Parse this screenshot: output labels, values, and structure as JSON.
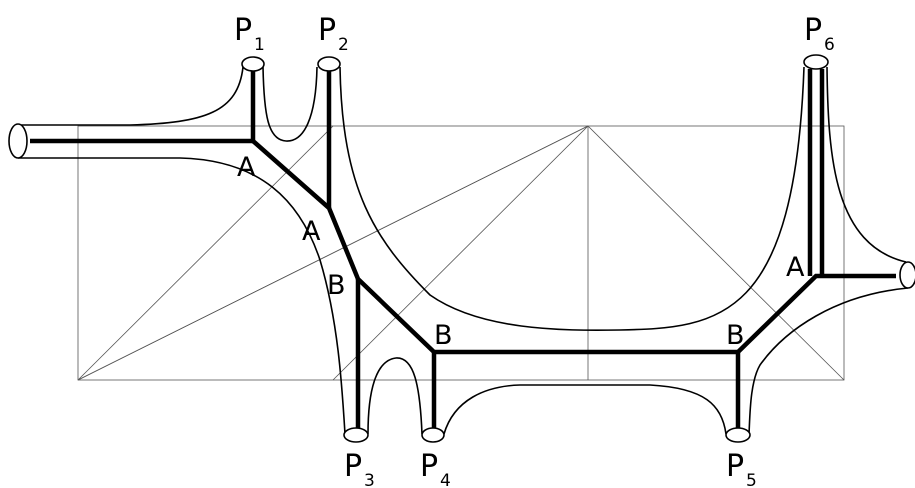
{
  "vertex_labels": {
    "a1": "A",
    "a2": "A",
    "b1": "B",
    "b2": "B",
    "b3": "B",
    "a3": "A"
  },
  "port_labels": {
    "p1": {
      "letter": "P",
      "sub": "1"
    },
    "p2": {
      "letter": "P",
      "sub": "2"
    },
    "p3": {
      "letter": "P",
      "sub": "3"
    },
    "p4": {
      "letter": "P",
      "sub": "4"
    },
    "p5": {
      "letter": "P",
      "sub": "5"
    },
    "p6": {
      "letter": "P",
      "sub": "6"
    }
  },
  "colors": {
    "ink": "#000000",
    "guide": "#555555",
    "background": "#ffffff"
  }
}
